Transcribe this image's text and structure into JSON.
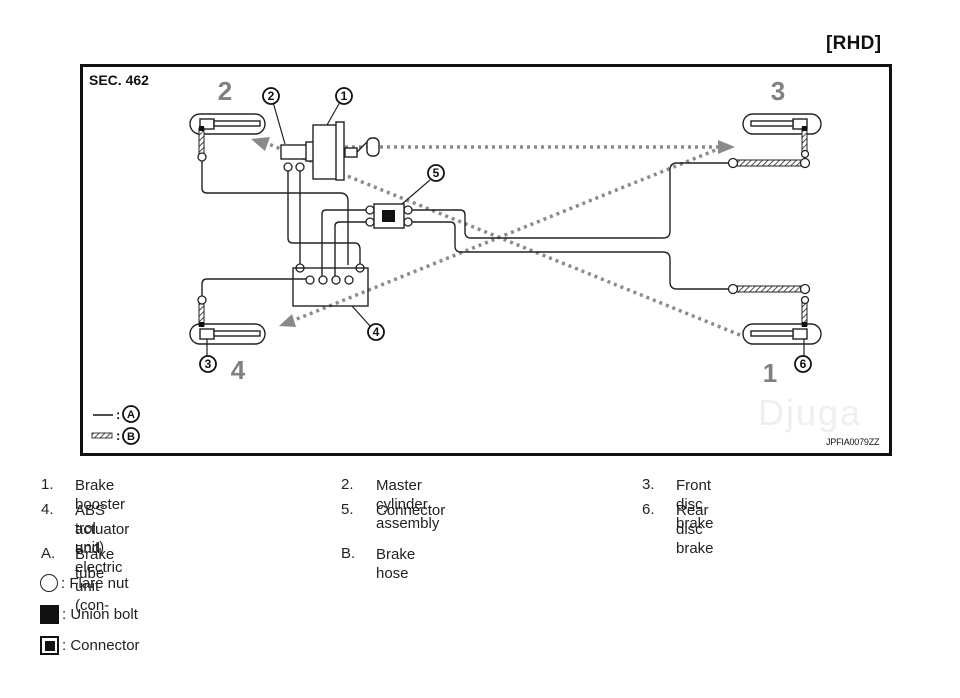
{
  "header": {
    "variant_label": "[RHD]"
  },
  "diagram": {
    "section_label": "SEC. 462",
    "figure_code": "JPFIA0079ZZ",
    "watermark": "Djuga",
    "wheel_numbers": {
      "front_left": "2",
      "front_right": "3",
      "rear_left": "4",
      "rear_right": "1"
    },
    "callouts": [
      "1",
      "2",
      "3",
      "4",
      "5",
      "6"
    ],
    "line_legend": [
      {
        "style": "solid",
        "sep": ":",
        "key": "A"
      },
      {
        "style": "hatched",
        "sep": ":",
        "key": "B"
      }
    ],
    "colors": {
      "line": "#222222",
      "dotted_arrow": "#8a8a8a",
      "wheel_number": "#808080"
    }
  },
  "legend": {
    "items": [
      {
        "num": "1.",
        "text": "Brake booster"
      },
      {
        "num": "2.",
        "text": "Master cylinder assembly"
      },
      {
        "num": "3.",
        "text": "Front disc brake"
      },
      {
        "num": "4.",
        "text": "ABS actuator and electric unit (con-trol unit)",
        "line1": "ABS actuator and electric unit (con-",
        "line2": "trol unit)"
      },
      {
        "num": "5.",
        "text": "Connector"
      },
      {
        "num": "6.",
        "text": "Rear disc brake"
      },
      {
        "num": "A.",
        "text": "Brake tube"
      },
      {
        "num": "B.",
        "text": "Brake hose"
      }
    ],
    "symbols": [
      {
        "icon": "circle",
        "text": ": Flare nut"
      },
      {
        "icon": "filled-square",
        "text": ": Union bolt"
      },
      {
        "icon": "boxed-square",
        "text": ": Connector"
      }
    ]
  }
}
